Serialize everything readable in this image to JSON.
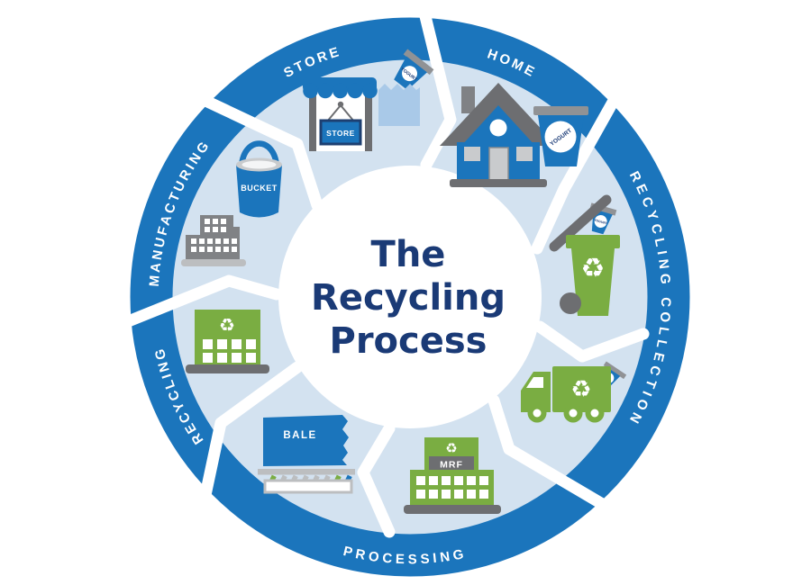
{
  "title": {
    "line1": "The",
    "line2": "Recycling",
    "line3": "Process"
  },
  "ring": {
    "segments": [
      {
        "label": "STORE",
        "icons": [
          "storefront",
          "shopping-bag",
          "yogurt-cup"
        ]
      },
      {
        "label": "HOME",
        "icons": [
          "house",
          "yogurt-cup"
        ]
      },
      {
        "label": "RECYCLING COLLECTION",
        "icons": [
          "recycling-bin-with-cup",
          "collection-truck"
        ]
      },
      {
        "label": "PROCESSING",
        "icons": [
          "mrf-building",
          "bale-on-conveyor"
        ]
      },
      {
        "label": "RECYCLING",
        "icons": [
          "recycling-facility"
        ]
      },
      {
        "label": "MANUFACTURING",
        "icons": [
          "factory",
          "bucket"
        ]
      }
    ],
    "flow_direction": "clockwise"
  },
  "icon_labels": {
    "store_sign": "STORE",
    "yogurt_cup": "YOGURT",
    "bucket": "BUCKET",
    "bale": "BALE",
    "mrf": "MRF"
  },
  "glyphs": {
    "recycle": "♻"
  },
  "colors": {
    "ring_blue": "#1b75bc",
    "disc_blue": "#d3e2f0",
    "icon_blue": "#1b75bc",
    "bag_blue": "#a9c9e8",
    "green": "#7aad42",
    "dark_gray": "#6d6e71",
    "mid_gray": "#808285",
    "light_gray": "#bcbec0",
    "window_gray": "#c9cbcd",
    "title_navy": "#1a3a76",
    "label_white": "#ffffff"
  }
}
